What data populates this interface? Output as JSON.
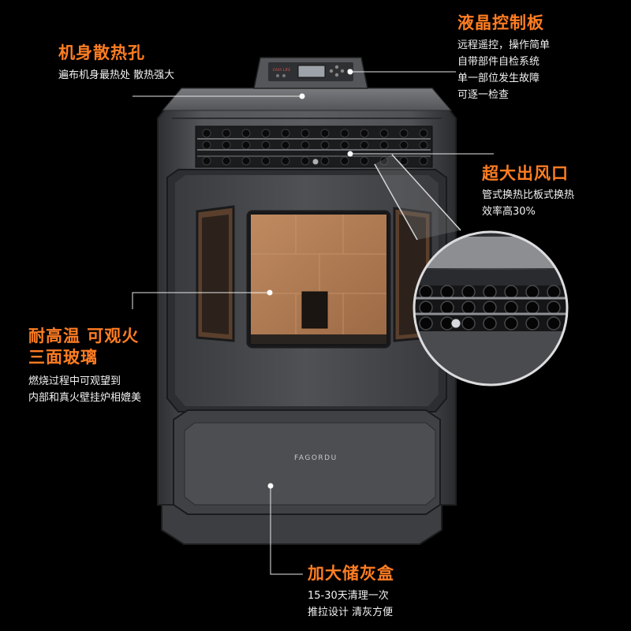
{
  "product": {
    "brand_mark": "FAGORDU",
    "panel_brand": "EASY LIFE"
  },
  "callouts": {
    "heat_vents": {
      "title": "机身散热孔",
      "desc": [
        "遍布机身最热处 散热强大"
      ]
    },
    "lcd_panel": {
      "title": "液晶控制板",
      "desc": [
        "远程遥控，操作简单",
        "自带部件自检系统",
        "单一部位发生故障",
        "可逐一检查"
      ]
    },
    "air_outlet": {
      "title": "超大出风口",
      "desc": [
        "管式换热比板式换热",
        "效率高30%"
      ]
    },
    "glass": {
      "title": [
        "耐高温 可观火",
        "三面玻璃"
      ],
      "desc": [
        "燃烧过程中可观望到",
        "内部和真火壁挂炉相媲美"
      ]
    },
    "ash_box": {
      "title": "加大储灰盒",
      "desc": [
        "15-30天清理一次",
        "推拉设计 清灰方便"
      ]
    }
  },
  "colors": {
    "background": "#000000",
    "accent": "#ff7d22",
    "stove_body": "#4a4b4f",
    "firebrick": "#b07a52"
  }
}
